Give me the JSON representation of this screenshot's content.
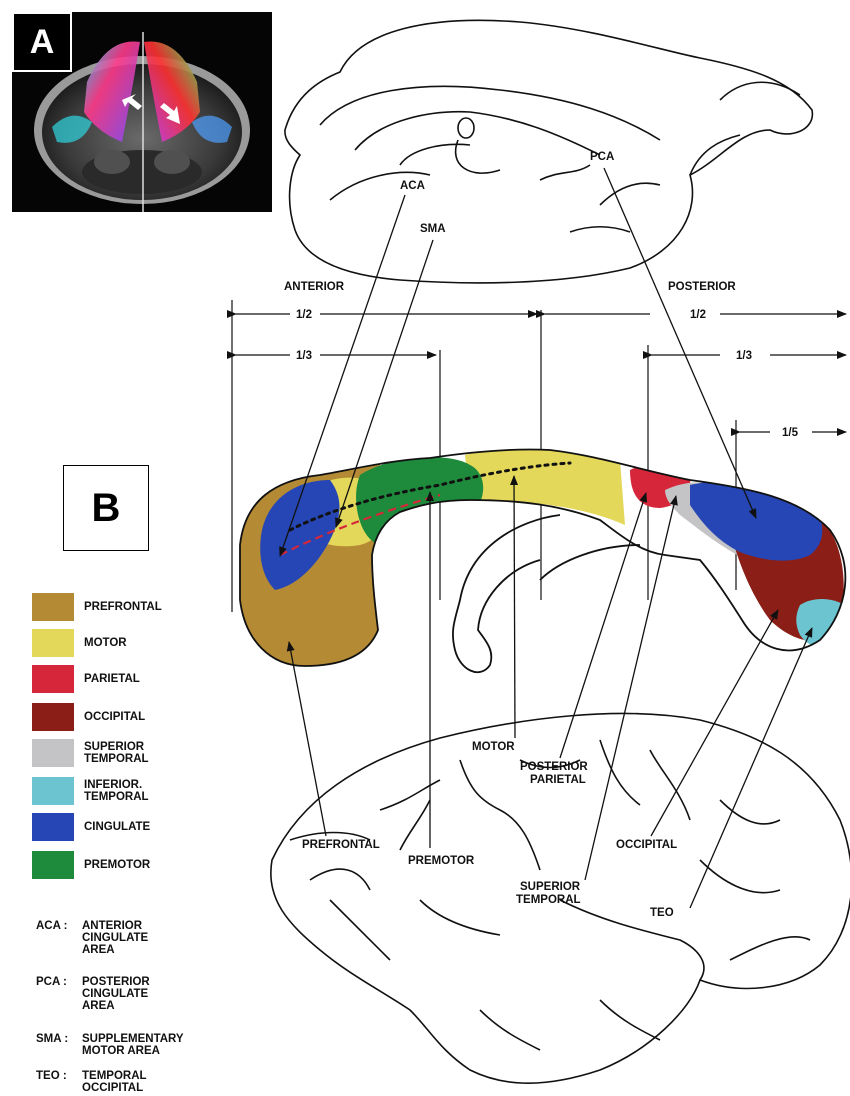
{
  "panel_a": {
    "label": "A"
  },
  "panel_b": {
    "label": "B"
  },
  "direction": {
    "anterior": "ANTERIOR",
    "posterior": "POSTERIOR"
  },
  "fractions": {
    "anterior_half": "1/2",
    "posterior_half": "1/2",
    "anterior_third": "1/3",
    "posterior_third": "1/3",
    "posterior_fifth": "1/5"
  },
  "medial_labels": {
    "aca": "ACA",
    "pca": "PCA",
    "sma": "SMA"
  },
  "lateral_labels": {
    "prefrontal": "PREFRONTAL",
    "premotor": "PREMOTOR",
    "motor": "MOTOR",
    "posterior_parietal": "POSTERIOR\nPARIETAL",
    "superior_temporal": "SUPERIOR\nTEMPORAL",
    "occipital": "OCCIPITAL",
    "teo": "TEO"
  },
  "colors": {
    "prefrontal": "#b58a35",
    "motor": "#e3d85a",
    "parietal": "#d6273a",
    "occipital": "#8b1e17",
    "superior_temporal": "#c4c4c6",
    "inferior_temporal": "#6bc4cf",
    "cingulate": "#2546b4",
    "premotor": "#1e8a3c"
  },
  "legend": [
    {
      "label": "PREFRONTAL",
      "color": "#b58a35"
    },
    {
      "label": "MOTOR",
      "color": "#e3d85a"
    },
    {
      "label": "PARIETAL",
      "color": "#d6273a"
    },
    {
      "label": "OCCIPITAL",
      "color": "#8b1e17"
    },
    {
      "label": "SUPERIOR\nTEMPORAL",
      "color": "#c4c4c6"
    },
    {
      "label": "INFERIOR.\nTEMPORAL",
      "color": "#6bc4cf"
    },
    {
      "label": "CINGULATE",
      "color": "#2546b4"
    },
    {
      "label": "PREMOTOR",
      "color": "#1e8a3c"
    }
  ],
  "abbreviations": [
    {
      "key": "ACA :",
      "definition": "ANTERIOR\nCINGULATE\nAREA"
    },
    {
      "key": "PCA :",
      "definition": "POSTERIOR\nCINGULATE\nAREA"
    },
    {
      "key": "SMA :",
      "definition": "SUPPLEMENTARY\nMOTOR AREA"
    },
    {
      "key": "TEO :",
      "definition": "TEMPORAL\nOCCIPITAL"
    }
  ]
}
